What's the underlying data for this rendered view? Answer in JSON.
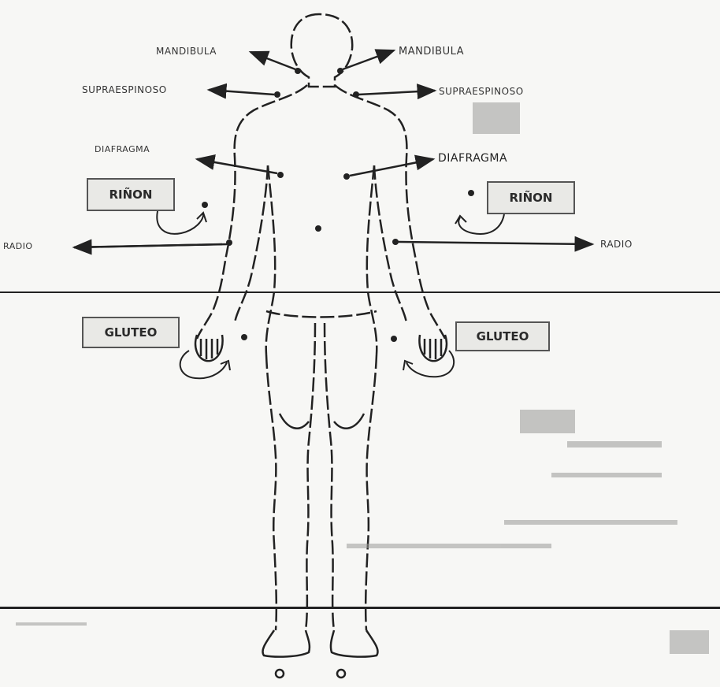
{
  "labels": {
    "mandibula_left": "MANDIBULA",
    "mandibula_right": "MANDIBULA",
    "supraespinoso_left": "SUPRAESPINOSO",
    "supraespinoso_right": "SUPRAESPINOSO",
    "diafragma_left": "DIAFRAGMA",
    "diafragma_right": "DIAFRAGMA",
    "radio_left": "RADIO",
    "radio_right": "RADIO"
  },
  "boxes": {
    "rinon_left": "RIÑON",
    "rinon_right": "RIÑON",
    "gluteo_left": "GLUTEO",
    "gluteo_right": "GLUTEO"
  },
  "colors": {
    "ink": "#222222",
    "box_fill": "#e9e9e6",
    "paper": "#f7f7f5"
  }
}
